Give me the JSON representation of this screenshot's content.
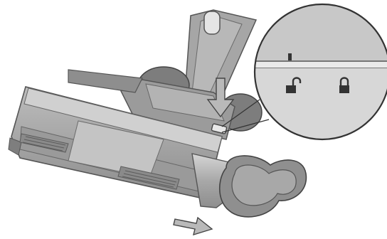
{
  "figure": {
    "subject": "vacuum-floor-nozzle",
    "action_arrow": "down-arrow",
    "removal_arrow": "pull-out-arrow",
    "callout": {
      "unlock_icon": "unlocked-padlock-icon",
      "lock_icon": "locked-padlock-icon",
      "indicator": "position-indicator-mark"
    }
  },
  "colors": {
    "outline": "#555555",
    "body_dark": "#8a8a8a",
    "body_mid": "#a9a9a9",
    "body_light": "#cfcfcf",
    "highlight": "#e6e6e6",
    "arrow_fill": "#b9b9b9",
    "callout_bg": "#c8c8c8",
    "callout_band": "#e9e9e9"
  }
}
